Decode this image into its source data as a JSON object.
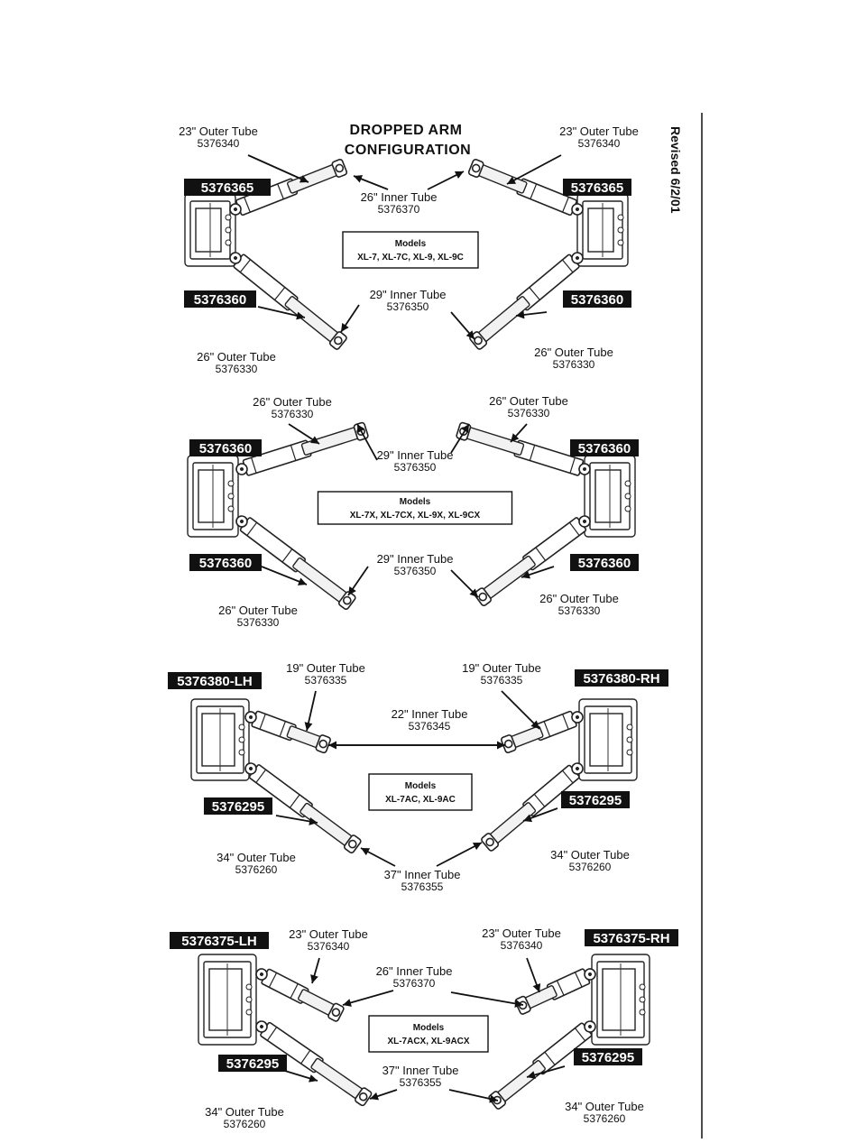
{
  "title_lines": [
    "DROPPED ARM",
    "CONFIGURATION"
  ],
  "revised": "Revised 6/2/01",
  "models_title": "Models",
  "diagrams": [
    {
      "models": "XL-7, XL-7C, XL-9, XL-9C",
      "parts": {
        "upper_left": "5376365",
        "upper_right": "5376365",
        "lower_left": "5376360",
        "lower_right": "5376360"
      },
      "tubes": {
        "upper_outer_left": {
          "label": "23\" Outer Tube",
          "number": "5376340"
        },
        "upper_outer_right": {
          "label": "23\" Outer Tube",
          "number": "5376340"
        },
        "upper_inner": {
          "label": "26\" Inner Tube",
          "number": "5376370"
        },
        "lower_inner": {
          "label": "29\" Inner Tube",
          "number": "5376350"
        },
        "lower_outer_left": {
          "label": "26\" Outer Tube",
          "number": "5376330"
        },
        "lower_outer_right": {
          "label": "26\" Outer Tube",
          "number": "5376330"
        }
      }
    },
    {
      "models": "XL-7X, XL-7CX, XL-9X, XL-9CX",
      "parts": {
        "upper_left": "5376360",
        "upper_right": "5376360",
        "lower_left": "5376360",
        "lower_right": "5376360"
      },
      "tubes": {
        "upper_outer_left": {
          "label": "26\" Outer Tube",
          "number": "5376330"
        },
        "upper_outer_right": {
          "label": "26\" Outer Tube",
          "number": "5376330"
        },
        "upper_inner": {
          "label": "29\" Inner Tube",
          "number": "5376350"
        },
        "lower_inner": {
          "label": "29\" Inner Tube",
          "number": "5376350"
        },
        "lower_outer_left": {
          "label": "26\" Outer Tube",
          "number": "5376330"
        },
        "lower_outer_right": {
          "label": "26\" Outer Tube",
          "number": "5376330"
        }
      }
    },
    {
      "models": "XL-7AC, XL-9AC",
      "parts": {
        "upper_left": "5376380-LH",
        "upper_right": "5376380-RH",
        "lower_left": "5376295",
        "lower_right": "5376295"
      },
      "tubes": {
        "upper_outer_left": {
          "label": "19\" Outer Tube",
          "number": "5376335"
        },
        "upper_outer_right": {
          "label": "19\" Outer Tube",
          "number": "5376335"
        },
        "upper_inner": {
          "label": "22\" Inner Tube",
          "number": "5376345"
        },
        "lower_inner": {
          "label": "37\" Inner Tube",
          "number": "5376355"
        },
        "lower_outer_left": {
          "label": "34\" Outer Tube",
          "number": "5376260"
        },
        "lower_outer_right": {
          "label": "34\" Outer Tube",
          "number": "5376260"
        }
      }
    },
    {
      "models": "XL-7ACX, XL-9ACX",
      "parts": {
        "upper_left": "5376375-LH",
        "upper_right": "5376375-RH",
        "lower_left": "5376295",
        "lower_right": "5376295"
      },
      "tubes": {
        "upper_outer_left": {
          "label": "23\" Outer Tube",
          "number": "5376340"
        },
        "upper_outer_right": {
          "label": "23\" Outer Tube",
          "number": "5376340"
        },
        "upper_inner": {
          "label": "26\" Inner Tube",
          "number": "5376370"
        },
        "lower_inner": {
          "label": "37\" Inner Tube",
          "number": "5376355"
        },
        "lower_outer_left": {
          "label": "34\" Outer Tube",
          "number": "5376260"
        },
        "lower_outer_right": {
          "label": "34\" Outer Tube",
          "number": "5376260"
        }
      }
    }
  ]
}
